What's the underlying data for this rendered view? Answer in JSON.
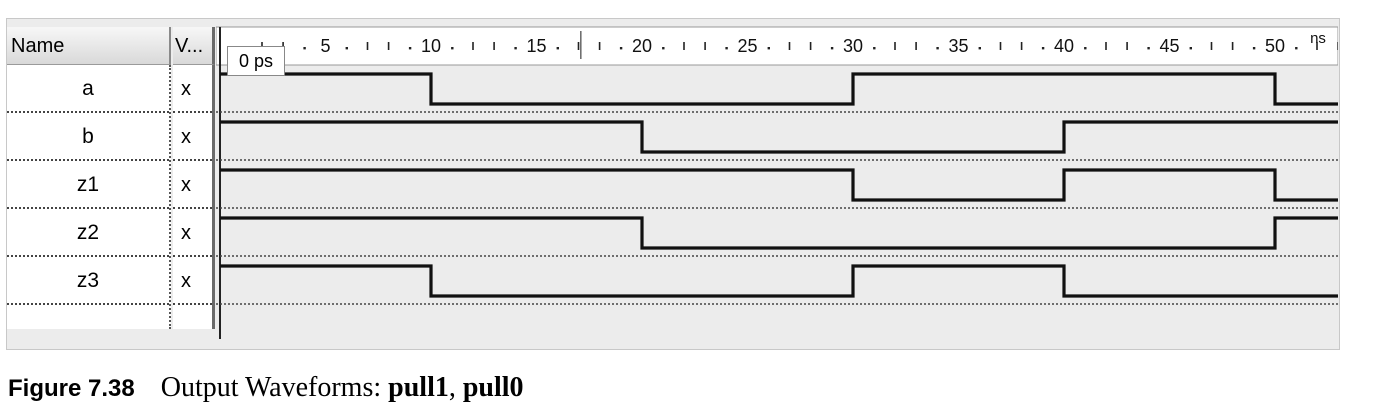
{
  "columns": {
    "name": "Name",
    "value": "V..."
  },
  "time_unit": "ns",
  "cursor_label": "0 ps",
  "ticks": [
    5,
    10,
    15,
    20,
    25,
    30,
    35,
    40,
    45,
    50
  ],
  "time_range": [
    0,
    53
  ],
  "signals": [
    {
      "name": "a",
      "value": "x",
      "transitions": [
        [
          0,
          1
        ],
        [
          10,
          0
        ],
        [
          30,
          1
        ],
        [
          50,
          0
        ]
      ]
    },
    {
      "name": "b",
      "value": "x",
      "transitions": [
        [
          0,
          1
        ],
        [
          20,
          0
        ],
        [
          40,
          1
        ]
      ]
    },
    {
      "name": "z1",
      "value": "x",
      "transitions": [
        [
          0,
          1
        ],
        [
          30,
          0
        ],
        [
          40,
          1
        ],
        [
          50,
          0
        ]
      ]
    },
    {
      "name": "z2",
      "value": "x",
      "transitions": [
        [
          0,
          1
        ],
        [
          20,
          0
        ],
        [
          50,
          1
        ]
      ]
    },
    {
      "name": "z3",
      "value": "x",
      "transitions": [
        [
          0,
          1
        ],
        [
          10,
          0
        ],
        [
          30,
          1
        ],
        [
          40,
          0
        ]
      ]
    }
  ],
  "caption": {
    "label": "Figure 7.38",
    "text": "Output Waveforms: ",
    "bold1": "pull1",
    "sep": ", ",
    "bold2": "pull0"
  }
}
